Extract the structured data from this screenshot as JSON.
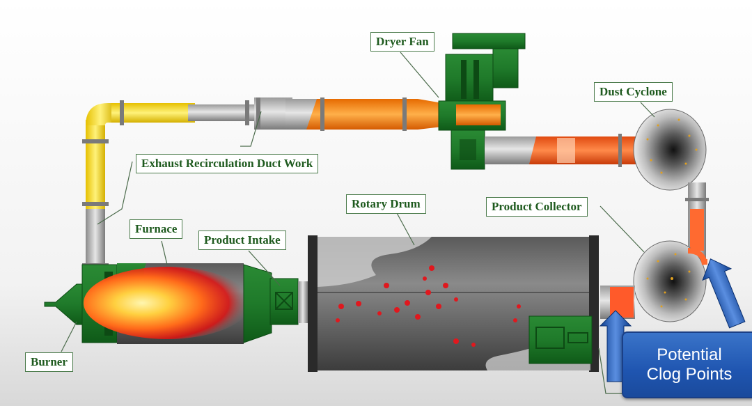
{
  "labels": {
    "dryer_fan": "Dryer Fan",
    "dust_cyclone": "Dust Cyclone",
    "exhaust_duct": "Exhaust Recirculation Duct Work",
    "rotary_drum": "Rotary Drum",
    "product_collector": "Product Collector",
    "furnace": "Furnace",
    "product_intake": "Product Intake",
    "burner": "Burner"
  },
  "callout": {
    "line1": "Potential",
    "line2": "Clog Points"
  },
  "colors": {
    "label_text": "#1e5a1e",
    "label_border": "#4a7a4a",
    "machine_green": "#1f7a2a",
    "hot_orange": "#ff8a1a",
    "yellow": "#ffe04a",
    "callout_blue": "#1f55b0"
  }
}
